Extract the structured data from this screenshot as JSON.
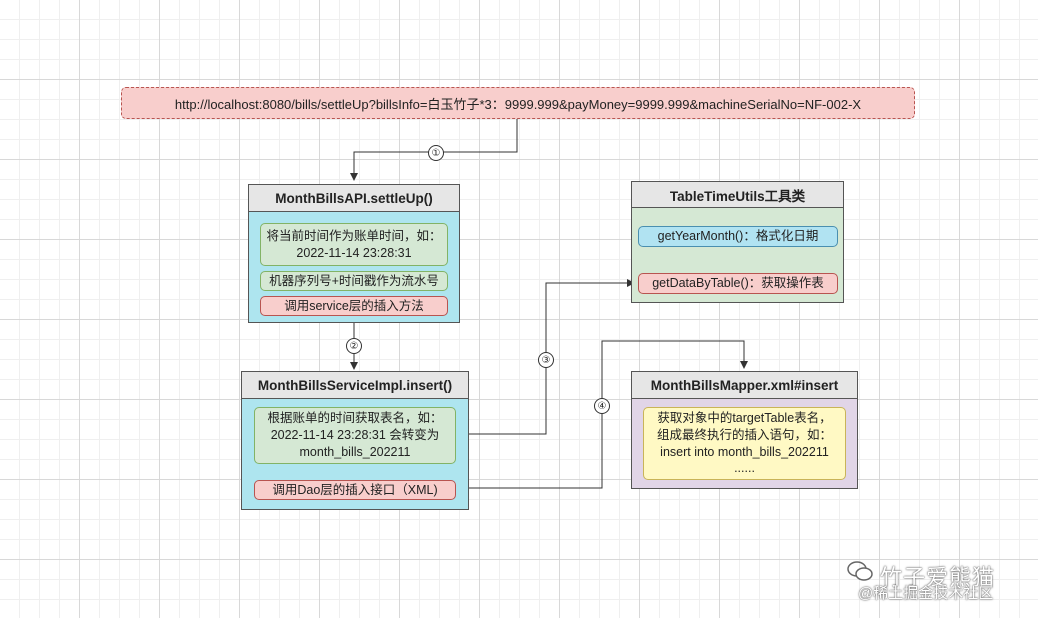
{
  "request": {
    "url": "http://localhost:8080/bills/settleUp?billsInfo=白玉竹子*3：9999.999&payMoney=9999.999&machineSerialNo=NF-002-X"
  },
  "api": {
    "title": "MonthBillsAPI.settleUp()",
    "items": [
      "将当前时间作为账单时间，如：2022-11-14 23:28:31",
      "机器序列号+时间戳作为流水号",
      "调用service层的插入方法"
    ]
  },
  "service": {
    "title": "MonthBillsServiceImpl.insert()",
    "items": [
      "根据账单的时间获取表名，如：2022-11-14 23:28:31 会转变为 month_bills_202211",
      "调用Dao层的插入接口（XML)"
    ]
  },
  "utils": {
    "title": "TableTimeUtils工具类",
    "items": [
      "getYearMonth()：格式化日期",
      "getDataByTable()：获取操作表"
    ]
  },
  "mapper": {
    "title": "MonthBillsMapper.xml#insert",
    "body": "获取对象中的targetTable表名，组成最终执行的插入语句，如：insert into month_bills_202211 ......"
  },
  "steps": [
    "①",
    "②",
    "③",
    "④"
  ],
  "watermark": {
    "name": "竹子爱熊猫",
    "source": "@稀土掘金技术社区"
  }
}
